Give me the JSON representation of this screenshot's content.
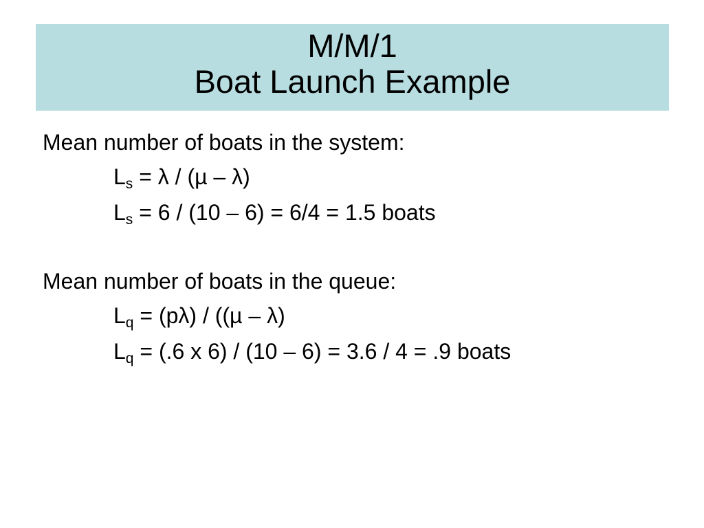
{
  "title": {
    "line1": "M/M/1",
    "line2": "Boat Launch Example"
  },
  "sections": [
    {
      "heading": "Mean number of boats in the system:",
      "equations": [
        {
          "symbol": "L",
          "subscript": "s",
          "expression": " = λ / (µ – λ)"
        },
        {
          "symbol": "L",
          "subscript": "s",
          "expression": " = 6 / (10 – 6) = 6/4 = 1.5 boats"
        }
      ]
    },
    {
      "heading": "Mean number of boats in the queue:",
      "equations": [
        {
          "symbol": "L",
          "subscript": "q",
          "expression": " = (pλ) / ((µ – λ)"
        },
        {
          "symbol": "L",
          "subscript": "q",
          "expression": " = (.6 x 6) / (10 – 6) = 3.6 / 4 = .9 boats"
        }
      ]
    }
  ],
  "colors": {
    "title_band": "#b7dde1",
    "text": "#000000",
    "background": "#ffffff"
  }
}
